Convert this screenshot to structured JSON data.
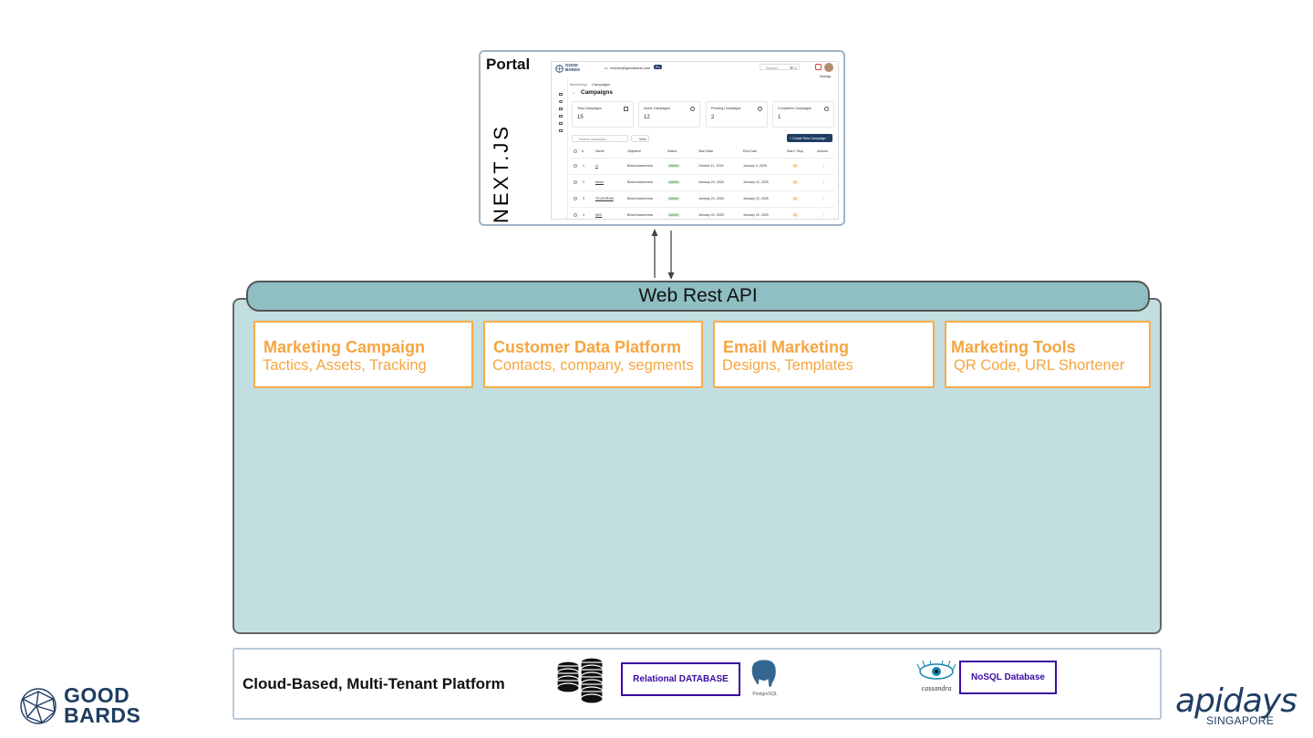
{
  "portal": {
    "title": "Portal",
    "framework_logo_text": "NEXT.JS",
    "screenshot": {
      "brand_line1": "GOOD",
      "brand_line2": "BARDS",
      "email": "cedrick@goodbards.com",
      "email_badge": "Pro",
      "search_placeholder": "Search",
      "shortcut": "⌘ K",
      "settings_label": "Settings",
      "breadcrumb_1": "Marketing",
      "breadcrumb_sep": ">",
      "breadcrumb_2": "Campaigns",
      "page_title": "Campaigns",
      "cards": [
        {
          "label": "Total Campaigns",
          "value": "15"
        },
        {
          "label": "Active Campaigns",
          "value": "12"
        },
        {
          "label": "Pending Campaigns",
          "value": "2"
        },
        {
          "label": "Completed Campaigns",
          "value": "1"
        }
      ],
      "search_campaigns_placeholder": "Search campaigns...",
      "view_button": "View",
      "create_button": "+ Create New Campaign",
      "columns": [
        "#",
        "Name",
        "Objective",
        "Status",
        "Start Date",
        "End Date",
        "Start / Stop",
        "Actions"
      ],
      "rows": [
        {
          "num": "1",
          "name": "ct",
          "objective": "Brand Awareness",
          "status": "Active",
          "start": "October 11, 2024",
          "end": "January 3, 2025"
        },
        {
          "num": "2",
          "name": "demo",
          "objective": "Brand Awareness",
          "status": "Active",
          "start": "January 22, 2025",
          "end": "January 22, 2025"
        },
        {
          "num": "3",
          "name": "TELEGRAM",
          "objective": "Brand Awareness",
          "status": "Active",
          "start": "January 22, 2025",
          "end": "January 22, 2025"
        },
        {
          "num": "4",
          "name": "ABC",
          "objective": "Brand Awareness",
          "status": "Active",
          "start": "January 22, 2025",
          "end": "January 22, 2025"
        }
      ]
    }
  },
  "api": {
    "label": "Web Rest API"
  },
  "modules": [
    {
      "title": "Marketing Campaign",
      "subtitle": "Tactics, Assets, Tracking"
    },
    {
      "title": "Customer Data Platform",
      "subtitle": "Contacts, company, segments"
    },
    {
      "title": "Email Marketing",
      "subtitle": "Designs, Templates"
    },
    {
      "title": "Marketing Tools",
      "subtitle": "QR Code, URL Shortener"
    }
  ],
  "cloud": {
    "title": "Cloud-Based, Multi-Tenant Platform",
    "relational_label": "Relational DATABASE",
    "nosql_label": "NoSQL Database",
    "cassandra_label": "cassandra",
    "postgres_label": "PostgreSQL"
  },
  "logos": {
    "goodbards_line1": "GOOD",
    "goodbards_line2": "BARDS",
    "apidays": "apidays",
    "apidays_sub": "SINGAPORE"
  },
  "colors": {
    "platform_fill": "#c3dee0",
    "api_bar_fill": "#8fbfc2",
    "module_accent": "#f5a640",
    "db_border": "#3a0ca3",
    "brand_navy": "#1f3d63"
  }
}
